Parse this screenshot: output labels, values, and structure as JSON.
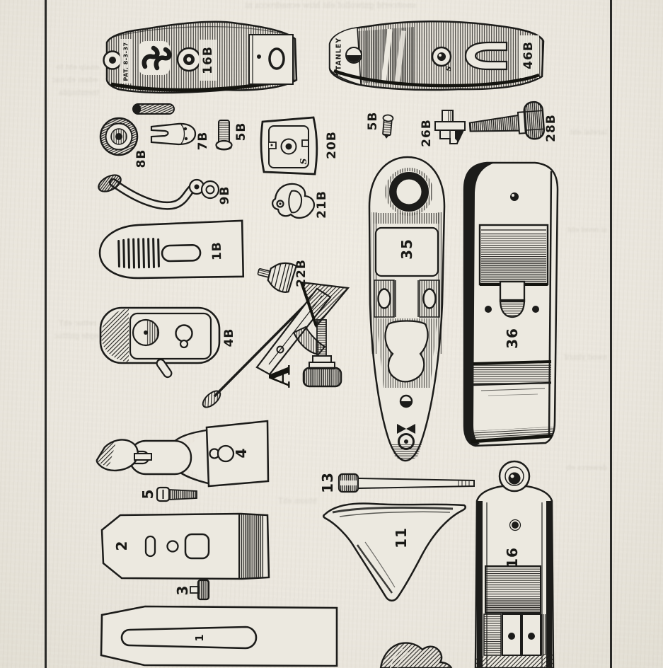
{
  "page": {
    "kind": "scanned book page, exploded parts diagram of block planes",
    "paper_color": "#ece9e0",
    "ink_color": "#1c1c1a",
    "border_color": "#2a2a28"
  },
  "inscriptions": {
    "patent": "PAT. 8-3-37",
    "brand": "STANLEY",
    "s_mark_20b": "S",
    "s_mark_46b": "s"
  },
  "parts": [
    {
      "id": "16B",
      "label": "16B",
      "desc": "lever cap, top view"
    },
    {
      "id": "46B",
      "label": "46B",
      "desc": "lever cap with fork cutout"
    },
    {
      "id": "8B",
      "label": "8B",
      "desc": "knurled adjusting nut"
    },
    {
      "id": "7B",
      "label": "7B",
      "desc": "forked clip"
    },
    {
      "id": "5B",
      "label": "5B",
      "desc": "screw (left)"
    },
    {
      "id": "20B",
      "label": "20B",
      "desc": "square plate with S logo"
    },
    {
      "id": "5B",
      "label": "5B",
      "desc": "screw (right)"
    },
    {
      "id": "26B",
      "label": "26B",
      "desc": "slotted block"
    },
    {
      "id": "28B",
      "label": "28B",
      "desc": "adjusting screw with knurled head"
    },
    {
      "id": "9B",
      "label": "9B",
      "desc": "cam lever"
    },
    {
      "id": "21B",
      "label": "21B",
      "desc": "eccentric plate"
    },
    {
      "id": "1B",
      "label": "1B",
      "desc": "cutter with corrugations"
    },
    {
      "id": "22B",
      "label": "22B",
      "desc": "finger-rest knob"
    },
    {
      "id": "4B",
      "label": "4B",
      "desc": "cutter seat"
    },
    {
      "id": "A",
      "label": "A",
      "desc": "adjusting lever assembly"
    },
    {
      "id": "35",
      "label": "35",
      "desc": "plane bottom casting"
    },
    {
      "id": "36",
      "label": "36",
      "desc": "plane body side casting"
    },
    {
      "id": "4",
      "label": "4",
      "desc": "lever cap with cam"
    },
    {
      "id": "5",
      "label": "5",
      "desc": "screw"
    },
    {
      "id": "13",
      "label": "13",
      "desc": "adjusting rod"
    },
    {
      "id": "2",
      "label": "2",
      "desc": "cap iron"
    },
    {
      "id": "11",
      "label": "11",
      "desc": "curved casting"
    },
    {
      "id": "16",
      "label": "16",
      "desc": "plane body front view"
    },
    {
      "id": "3",
      "label": "3",
      "desc": "knurled screw"
    },
    {
      "id": "1",
      "label": "1",
      "desc": "cutter with long slot"
    }
  ],
  "unlabeled_parts": [
    {
      "id": "knurled-pin"
    },
    {
      "id": "knurled-knob-bottom-cut"
    }
  ],
  "ghost": {
    "note": "faint illegible bleed-through text from reverse side of the page",
    "lines": [
      "snoitcerid gniwollof eht htiw ecnadrocca ni",
      "enalp eht fo",
      "edam eb nac",
      "tnemtsujda",
      "rettuc ehT",
      "egde gnittuc",
      "laretal eht",
      "si revel eht",
      "nwod ylmrif",
      "dewercs eb",
      "htuom ehT"
    ]
  }
}
